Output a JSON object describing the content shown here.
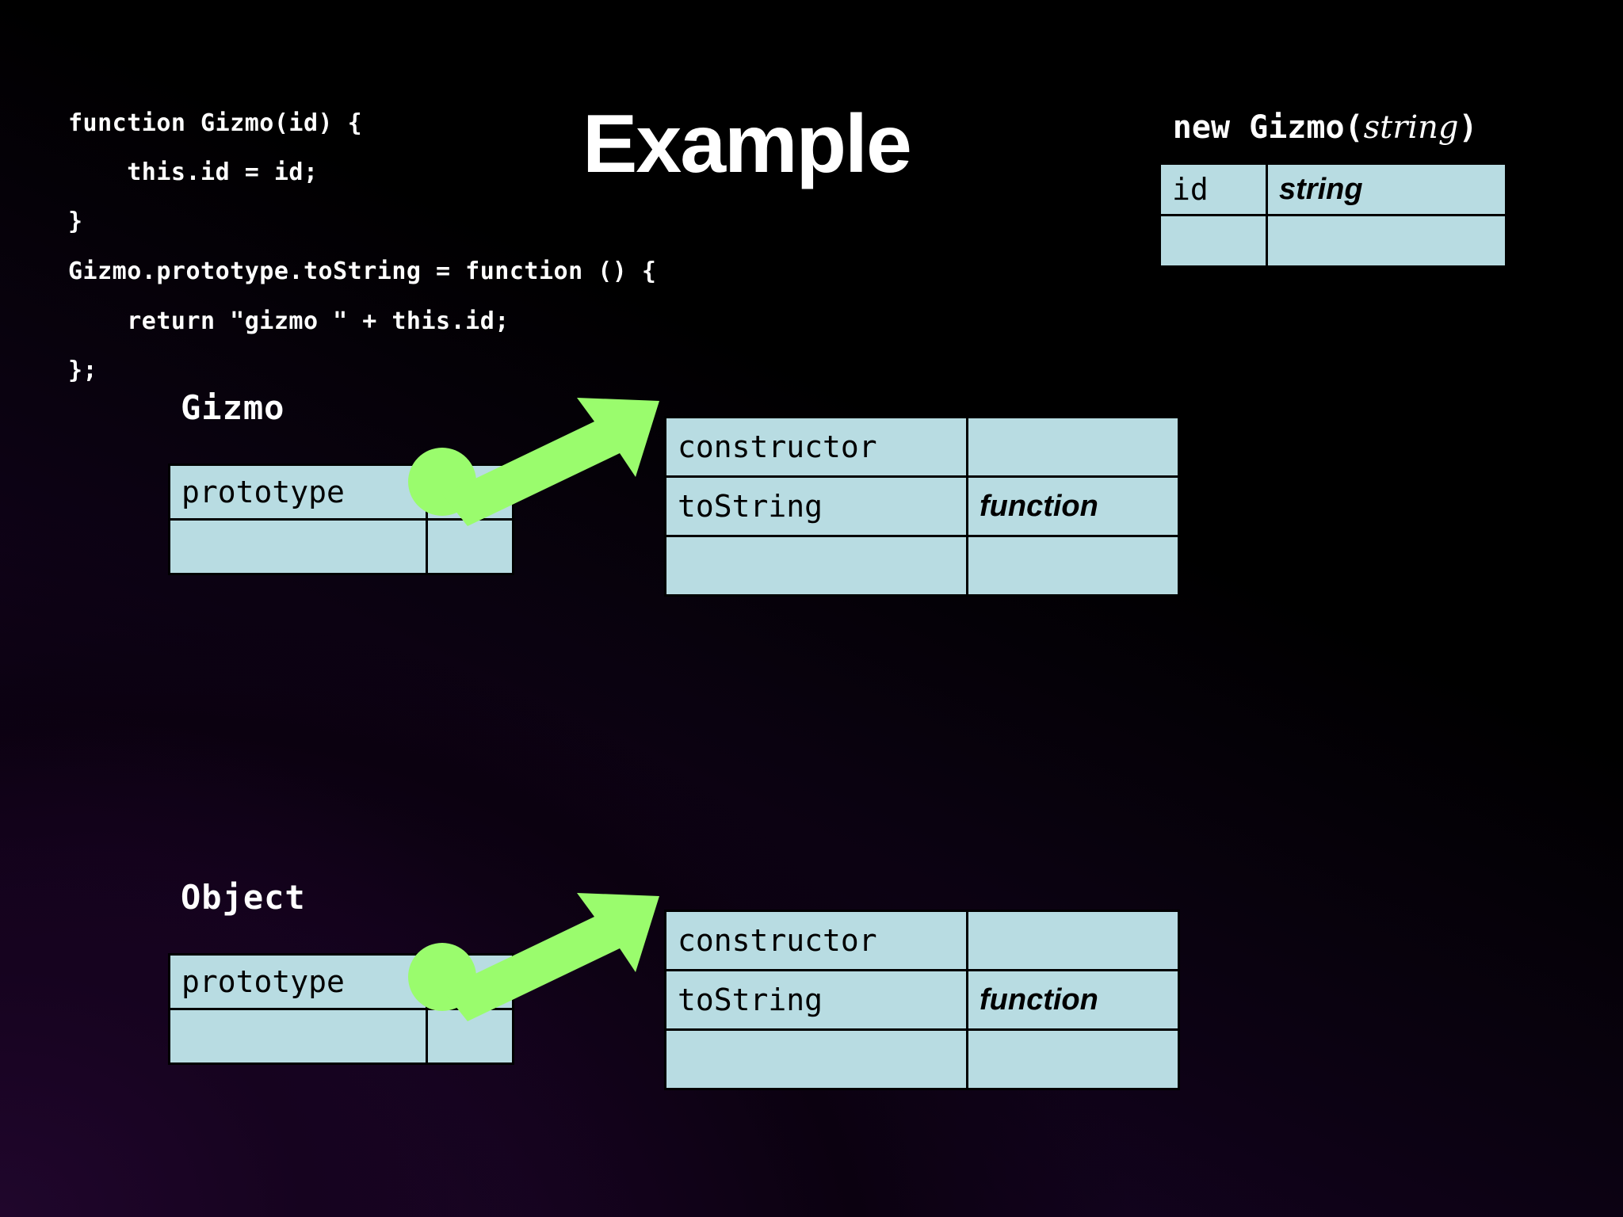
{
  "slide": {
    "title": "Example",
    "background_color": "#000000",
    "background_accent": "#1a0424",
    "accent_green": "#9afc6d",
    "cell_fill": "#b8dce2",
    "cell_border": "#000000",
    "text_color": "#ffffff"
  },
  "code": {
    "lines": [
      "function Gizmo(id) {",
      "    this.id = id;",
      "}",
      "Gizmo.prototype.toString = function () {",
      "    return \"gizmo \" + this.id;",
      "};"
    ]
  },
  "instance": {
    "header_call": "new Gizmo(",
    "header_arg": "string",
    "header_close": ")",
    "rows": [
      {
        "key": "id",
        "value": "string"
      },
      {
        "key": "",
        "value": ""
      }
    ]
  },
  "gizmo": {
    "label": "Gizmo",
    "proto_rows": [
      {
        "key": "prototype",
        "ref": ""
      },
      {
        "key": "",
        "ref": ""
      }
    ],
    "member_rows": [
      {
        "key": "constructor",
        "value": ""
      },
      {
        "key": "toString",
        "value": "function"
      },
      {
        "key": "",
        "value": ""
      }
    ]
  },
  "object": {
    "label": "Object",
    "proto_rows": [
      {
        "key": "prototype",
        "ref": ""
      },
      {
        "key": "",
        "ref": ""
      }
    ],
    "member_rows": [
      {
        "key": "constructor",
        "value": ""
      },
      {
        "key": "toString",
        "value": "function"
      },
      {
        "key": "",
        "value": ""
      }
    ]
  }
}
